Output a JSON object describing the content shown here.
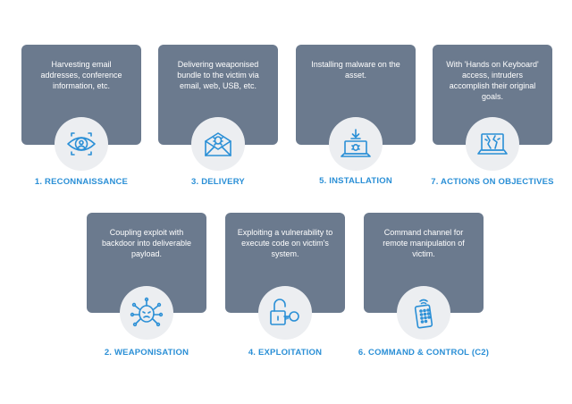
{
  "steps": [
    {
      "label": "1. RECONNAISSANCE",
      "desc": "Harvesting email addresses, conference information, etc.",
      "icon": "eye-icon"
    },
    {
      "label": "3. DELIVERY",
      "desc": "Delivering weaponised bundle to the victim via email, web, USB, etc.",
      "icon": "malware-envelope-icon"
    },
    {
      "label": "5. INSTALLATION",
      "desc": "Installing malware on the asset.",
      "icon": "laptop-download-icon"
    },
    {
      "label": "7. ACTIONS ON OBJECTIVES",
      "desc": "With 'Hands on Keyboard' access, intruders accomplish their original goals.",
      "icon": "broken-laptop-icon"
    },
    {
      "label": "2. WEAPONISATION",
      "desc": "Coupling exploit with backdoor into deliverable payload.",
      "icon": "virus-icon"
    },
    {
      "label": "4. EXPLOITATION",
      "desc": "Exploiting a vulnerability to execute code on victim's system.",
      "icon": "unlocked-padlock-key-icon"
    },
    {
      "label": "6. COMMAND & CONTROL (C2)",
      "desc": "Command channel for remote manipulation of victim.",
      "icon": "remote-control-icon"
    }
  ]
}
